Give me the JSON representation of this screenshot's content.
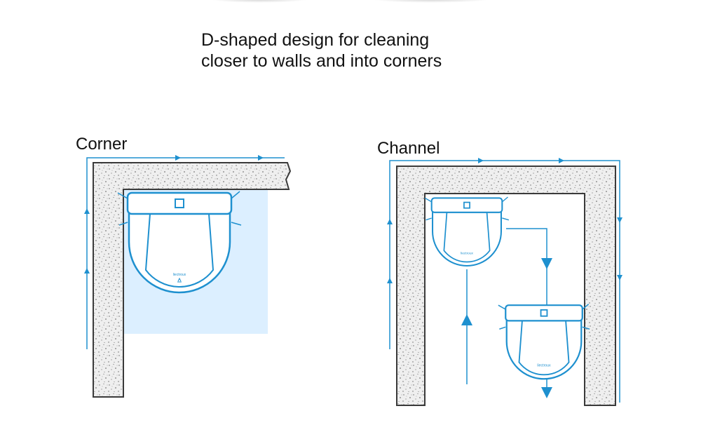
{
  "headline": {
    "line1": "D-shaped design for cleaning",
    "line2": "closer to walls and into corners"
  },
  "panels": {
    "corner": {
      "label": "Corner"
    },
    "channel": {
      "label": "Channel"
    }
  },
  "robot": {
    "brand_mark": "liectroux"
  },
  "colors": {
    "accent": "#1e90cf",
    "wall_fill": "#eeeeee",
    "wall_stroke": "#3a3a3a",
    "coverage_zone": "#dcefff",
    "text": "#111111"
  }
}
